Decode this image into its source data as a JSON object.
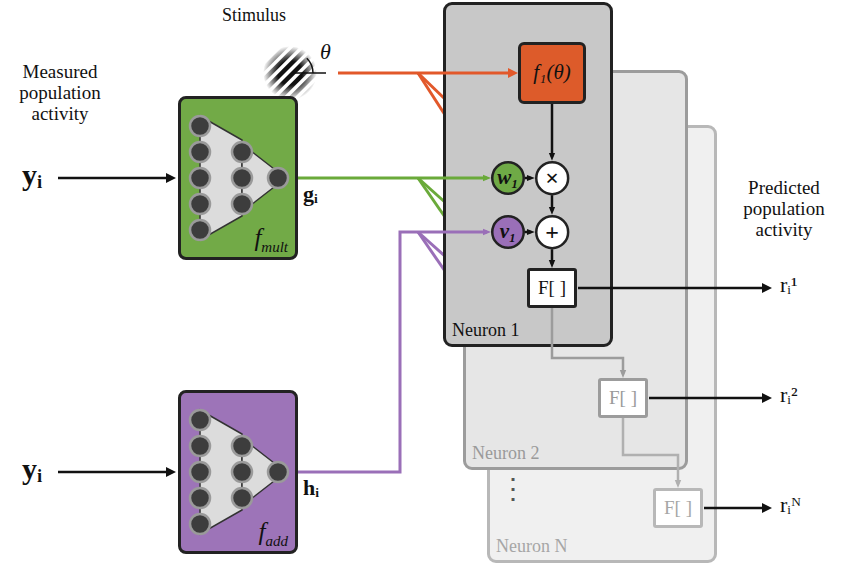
{
  "diagram": {
    "nodes": [
      {
        "text": [
          "f",
          "mult"
        ]
      },
      {
        "text": [
          "f",
          "add"
        ]
      },
      {
        "text": [
          "Neuron 1"
        ]
      },
      {
        "text": [
          "f₁(θ)"
        ],
        "in": 2
      },
      {
        "text": [
          "w₁"
        ],
        "in": 2
      },
      {
        "text": [
          "×"
        ],
        "in": 2
      },
      {
        "text": [
          "v₁"
        ],
        "in": 2
      },
      {
        "text": [
          "+"
        ],
        "in": 2
      },
      {
        "text": [
          "F[ ]"
        ],
        "in": 2
      },
      {
        "text": [
          "Neuron 2"
        ]
      },
      {
        "text": [
          "F[ ]"
        ],
        "in": 9
      },
      {
        "text": [
          "Neuron N"
        ]
      },
      {
        "text": [
          "F[ ]"
        ],
        "in": 11
      }
    ],
    "edges": [
      {
        "from": 0,
        "to": 4,
        "arrow": "to",
        "label": "gᵢ"
      },
      {
        "from": 1,
        "to": 6,
        "arrow": "to",
        "label": "hᵢ"
      },
      {
        "from": 3,
        "to": 5,
        "arrow": "to"
      },
      {
        "from": 4,
        "to": 5,
        "arrow": "to"
      },
      {
        "from": 5,
        "to": 7,
        "arrow": "to"
      },
      {
        "from": 6,
        "to": 7,
        "arrow": "to"
      },
      {
        "from": 7,
        "to": 8,
        "arrow": "to"
      },
      {
        "from": 8,
        "to": 10,
        "arrow": "to"
      },
      {
        "from": 10,
        "to": 12,
        "arrow": "to"
      }
    ],
    "labels": [
      "Stimulus",
      "θ",
      "Measured population activity",
      "yᵢ",
      "yᵢ",
      "Predicted population activity",
      "rᵢ¹",
      "rᵢ²",
      "⋮",
      "rᵢᴺ"
    ]
  }
}
